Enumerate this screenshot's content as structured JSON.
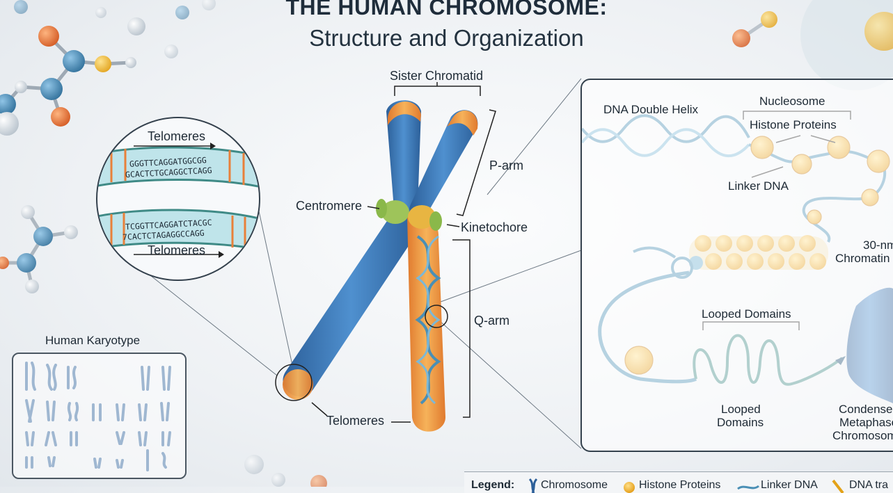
{
  "header": {
    "title": "THE HUMAN CHROMOSOME:",
    "subtitle": "Structure and Organization"
  },
  "chromosome_labels": {
    "sister_chromatid": "Sister Chromatid",
    "p_arm": "P-arm",
    "centromere": "Centromere",
    "kinetochore": "Kinetochore",
    "q_arm": "Q-arm",
    "telomeres_bottom": "Telomeres"
  },
  "telomere_zoom": {
    "top_label": "Telomeres",
    "bottom_label": "Telomeres",
    "seq_top_1": "GGGTTCAGGATGGCGG",
    "seq_top_2": "GCACTCTGCAGGCTCAGG",
    "seq_bottom_1": "TCGGTTCAGGATCTACGC",
    "seq_bottom_2": "7CACTCTAGAGGCCAGG"
  },
  "karyotype": {
    "label": "Human Karyotype"
  },
  "detail_panel": {
    "dna_double_helix": "DNA Double Helix",
    "nucleosome": "Nucleosome",
    "histone_proteins": "Histone Proteins",
    "linker_dna": "Linker DNA",
    "chromatin_30nm_line1": "30-nm",
    "chromatin_30nm_line2": "Chromatin",
    "looped_domains_top": "Looped Domains",
    "looped_domains_bottom_1": "Looped",
    "looped_domains_bottom_2": "Domains",
    "condensed_1": "Condensed",
    "condensed_2": "Metaphase",
    "condensed_3": "Chromosome"
  },
  "legend": {
    "title": "Legend:",
    "items": [
      "Chromosome",
      "Histone Proteins",
      "Linker DNA",
      "DNA tra"
    ]
  },
  "colors": {
    "chromatid_blue": "#3f7fc0",
    "telomere_orange": "#e8803a",
    "centromere_green": "#8ab84a",
    "histone_yellow": "#f0b429",
    "dna_teal": "#4a8fb5"
  }
}
